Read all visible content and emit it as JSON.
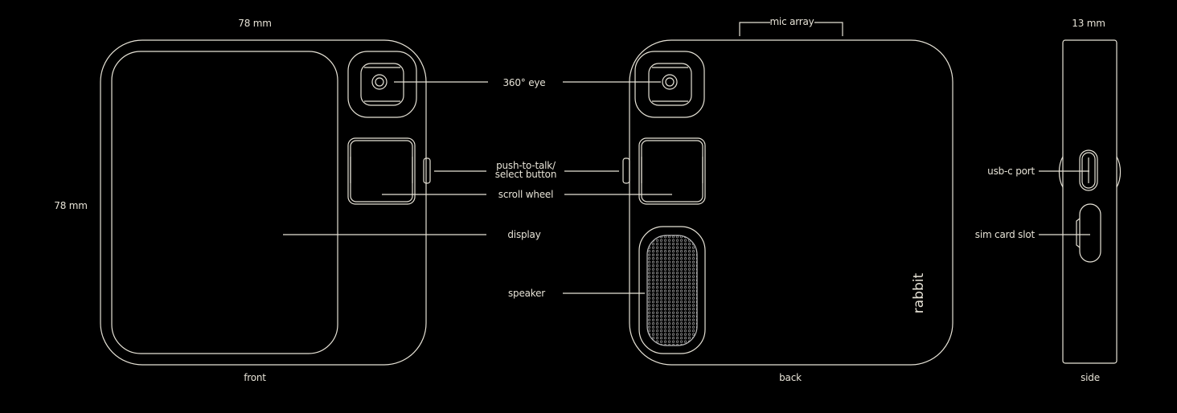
{
  "colors": {
    "background": "#000000",
    "line": "#e6e2d6"
  },
  "dimensions": {
    "width": "78 mm",
    "height": "78 mm",
    "depth": "13 mm"
  },
  "views": {
    "front": "front",
    "back": "back",
    "side": "side"
  },
  "callouts": {
    "eye": "360° eye",
    "ptt_line1": "push-to-talk/",
    "ptt_line2": "select button",
    "scroll_wheel": "scroll wheel",
    "display": "display",
    "speaker": "speaker",
    "mic_array": "mic array",
    "usb_c": "usb-c port",
    "sim": "sim card slot"
  },
  "brand_mark": "rabbit"
}
